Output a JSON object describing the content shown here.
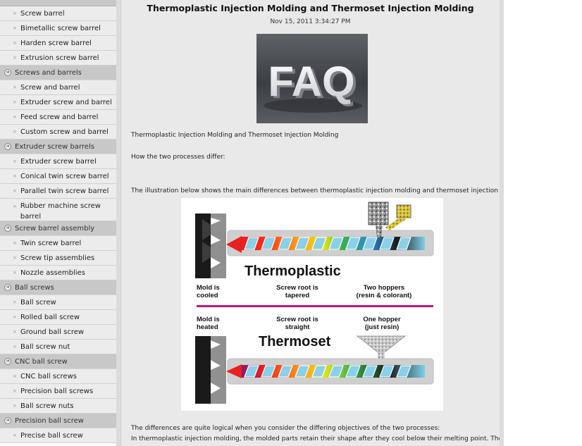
{
  "sidebar": [
    {
      "type": "item",
      "label": "Screw barrel"
    },
    {
      "type": "item",
      "label": "Bimetallic screw barrel"
    },
    {
      "type": "item",
      "label": "Harden screw barrel"
    },
    {
      "type": "item",
      "label": "Extrusion screw barrel"
    },
    {
      "type": "cat",
      "label": "Screws and barrels"
    },
    {
      "type": "item",
      "label": "Screw and barrel"
    },
    {
      "type": "item",
      "label": "Extruder screw and barrel"
    },
    {
      "type": "item",
      "label": "Feed screw and barrel"
    },
    {
      "type": "item",
      "label": "Custom screw and barrel"
    },
    {
      "type": "cat",
      "label": "Extruder screw barrels"
    },
    {
      "type": "item",
      "label": "Extruder screw barrel"
    },
    {
      "type": "item",
      "label": "Conical twin screw barrel"
    },
    {
      "type": "item",
      "label": "Parallel twin screw barrel"
    },
    {
      "type": "item",
      "label": "Rubber machine screw barrel",
      "tall": true
    },
    {
      "type": "cat",
      "label": "Screw barrel assembly"
    },
    {
      "type": "item",
      "label": "Twin screw barrel"
    },
    {
      "type": "item",
      "label": "Screw tip assemblies"
    },
    {
      "type": "item",
      "label": "Nozzle assemblies"
    },
    {
      "type": "cat",
      "label": "Ball screws"
    },
    {
      "type": "item",
      "label": "Ball screw"
    },
    {
      "type": "item",
      "label": "Rolled ball screw"
    },
    {
      "type": "item",
      "label": "Ground ball screw"
    },
    {
      "type": "item",
      "label": "Ball screw nut"
    },
    {
      "type": "cat",
      "label": "CNC ball screw"
    },
    {
      "type": "item",
      "label": "CNC ball screws"
    },
    {
      "type": "item",
      "label": "Precision ball screws"
    },
    {
      "type": "item",
      "label": "Ball screw nuts"
    },
    {
      "type": "cat",
      "label": "Precision ball screw"
    },
    {
      "type": "item",
      "label": "Precise ball screw"
    }
  ],
  "article": {
    "title": "Thermoplastic Injection Molding and Thermoset Injection Molding",
    "date": "Nov 15, 2011 3:34:27 PM",
    "faq_text": "FAQ",
    "p1": "Thermoplastic Injection Molding and Thermoset Injection Molding",
    "p2": "How the two processes differ:",
    "p3": "The illustration below shows the main differences between thermoplastic injection molding and thermoset injection molding:",
    "p4": "The differences are quite logical when you consider the differing objectives of the two processes:",
    "p5": "In thermoplastic injection molding, the molded parts retain their shape after they cool below their melting point. Therefore,"
  },
  "diagram": {
    "top_heading": "Thermoplastic",
    "top_mold": [
      "Mold is",
      "cooled"
    ],
    "top_root": [
      "Screw root is",
      "tapered"
    ],
    "top_hopper": [
      "Two hoppers",
      "(resin & colorant)"
    ],
    "bot_mold": [
      "Mold is",
      "heated"
    ],
    "bot_root": [
      "Screw root is",
      "straight"
    ],
    "bot_hopper": [
      "One hopper",
      "(just resin)"
    ],
    "bot_heading": "Thermoset",
    "divider_color": "#c0187a"
  }
}
